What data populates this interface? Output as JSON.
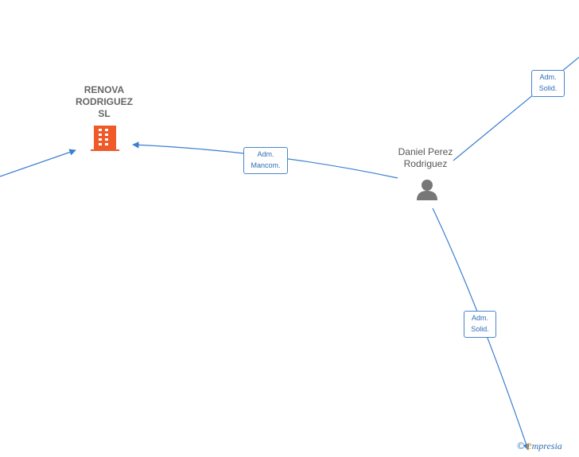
{
  "nodes": {
    "company": {
      "name_lines": [
        "RENOVA",
        "RODRIGUEZ",
        "SL"
      ],
      "icon": "building-icon",
      "color": "#f05a28"
    },
    "person": {
      "name_lines": [
        "Daniel Perez",
        "Rodriguez"
      ],
      "icon": "person-icon",
      "color": "#777777"
    }
  },
  "edges": {
    "person_company": {
      "label_lines": [
        "Adm.",
        "Mancom."
      ]
    },
    "person_topright": {
      "label_lines": [
        "Adm.",
        "Solid."
      ]
    },
    "person_bottom": {
      "label_lines": [
        "Adm.",
        "Solid."
      ]
    }
  },
  "colors": {
    "edge": "#3a7fd0"
  },
  "watermark": {
    "symbol": "©",
    "brand_initial": "e",
    "brand_rest": "mpresia"
  }
}
